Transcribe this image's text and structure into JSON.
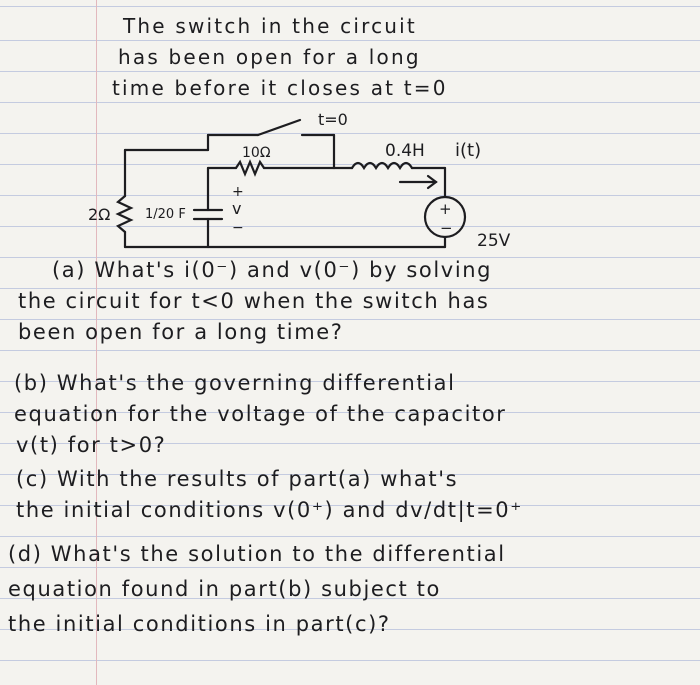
{
  "header": {
    "line1": "The switch in the circuit",
    "line2": "has been open for a long",
    "line3": "time before it closes at t=0"
  },
  "circuit": {
    "switch_label": "t=0",
    "resistor_top": "10Ω",
    "inductor": "0.4H",
    "current": "i(t)",
    "resistor_left": "2Ω",
    "capacitor": "1/20 F",
    "cap_plus": "+",
    "cap_v": "v",
    "cap_minus": "−",
    "source_plus": "+",
    "source_minus": "−",
    "source_value": "25V"
  },
  "questions": [
    "(a) What's i(0⁻) and v(0⁻) by solving",
    "the circuit for t<0 when the switch has",
    "been open  for a long time?",
    "(b) What's the governing differential",
    "equation for the voltage of the capacitor",
    "v(t) for t>0?",
    "(c) With the results of part(a) what's",
    "the initial conditions  v(0⁺) and dv/dt|t=0⁺",
    "(d) What's the solution to the differential",
    "equation found in part(b) subject to",
    "the initial conditions in part(c)?"
  ]
}
